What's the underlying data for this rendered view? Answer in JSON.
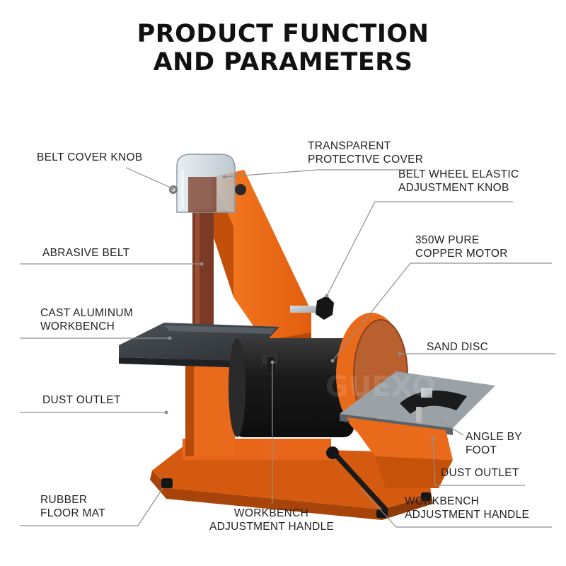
{
  "title": {
    "line1": "PRODUCT FUNCTION",
    "line2": "AND PARAMETERS"
  },
  "watermark": "GUEXO",
  "colors": {
    "accent": "#F26A13",
    "accent_dark": "#C9500A",
    "motor": "#1D1D1D",
    "table": "#3A3F44",
    "disc": "#B8612F"
  },
  "labels": {
    "belt_cover_knob": {
      "l1": "BELT COVER KNOB"
    },
    "transparent_cover": {
      "l1": "TRANSPARENT",
      "l2": "PROTECTIVE COVER"
    },
    "belt_wheel_knob": {
      "l1": "BELT WHEEL ELASTIC",
      "l2": "ADJUSTMENT KNOB"
    },
    "abrasive_belt": {
      "l1": "ABRASIVE BELT"
    },
    "motor": {
      "l1": "350W PURE",
      "l2": "COPPER MOTOR"
    },
    "cast_workbench": {
      "l1": "CAST ALUMINUM",
      "l2": "WORKBENCH"
    },
    "sand_disc": {
      "l1": "SAND DISC"
    },
    "dust_outlet_left": {
      "l1": "DUST OUTLET"
    },
    "angle_foot": {
      "l1": "ANGLE BY",
      "l2": "FOOT"
    },
    "dust_outlet_right": {
      "l1": "DUST OUTLET"
    },
    "rubber_mat": {
      "l1": "RUBBER",
      "l2": "FLOOR MAT"
    },
    "handle_center": {
      "l1": "WORKBENCH",
      "l2": "ADJUSTMENT HANDLE"
    },
    "handle_right": {
      "l1": "WORKBENCH",
      "l2": "ADJUSTMENT HANDLE"
    }
  }
}
